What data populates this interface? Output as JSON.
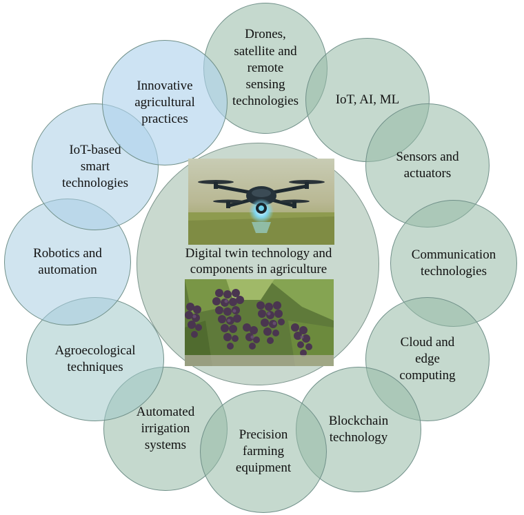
{
  "center": {
    "label": "Digital twin technology and\ncomponents in agriculture",
    "images": [
      "drone-over-field",
      "grape-vineyard"
    ]
  },
  "nodes": [
    {
      "id": "drones",
      "label": "Drones,\nsatellite and\nremote\nsensing\ntechnologies"
    },
    {
      "id": "iot-ai-ml",
      "label": "IoT, AI, ML"
    },
    {
      "id": "sensors",
      "label": "Sensors and\nactuators"
    },
    {
      "id": "communication",
      "label": "Communication\ntechnologies"
    },
    {
      "id": "cloud-edge",
      "label": "Cloud and\nedge\ncomputing"
    },
    {
      "id": "blockchain",
      "label": "Blockchain\ntechnology"
    },
    {
      "id": "precision",
      "label": "Precision\nfarming\nequipment"
    },
    {
      "id": "irrigation",
      "label": "Automated\nirrigation\nsystems"
    },
    {
      "id": "agroecological",
      "label": "Agroecological\ntechniques"
    },
    {
      "id": "robotics",
      "label": "Robotics and\nautomation"
    },
    {
      "id": "iot-smart",
      "label": "IoT-based\nsmart\ntechnologies"
    },
    {
      "id": "innovative",
      "label": "Innovative\nagricultural\npractices"
    }
  ],
  "colors": {
    "green_fill": "#bcd3c8",
    "blue_fill": "#b9d6ea",
    "center_fill": "#c9d9cf",
    "outline": "#6f8f88"
  }
}
